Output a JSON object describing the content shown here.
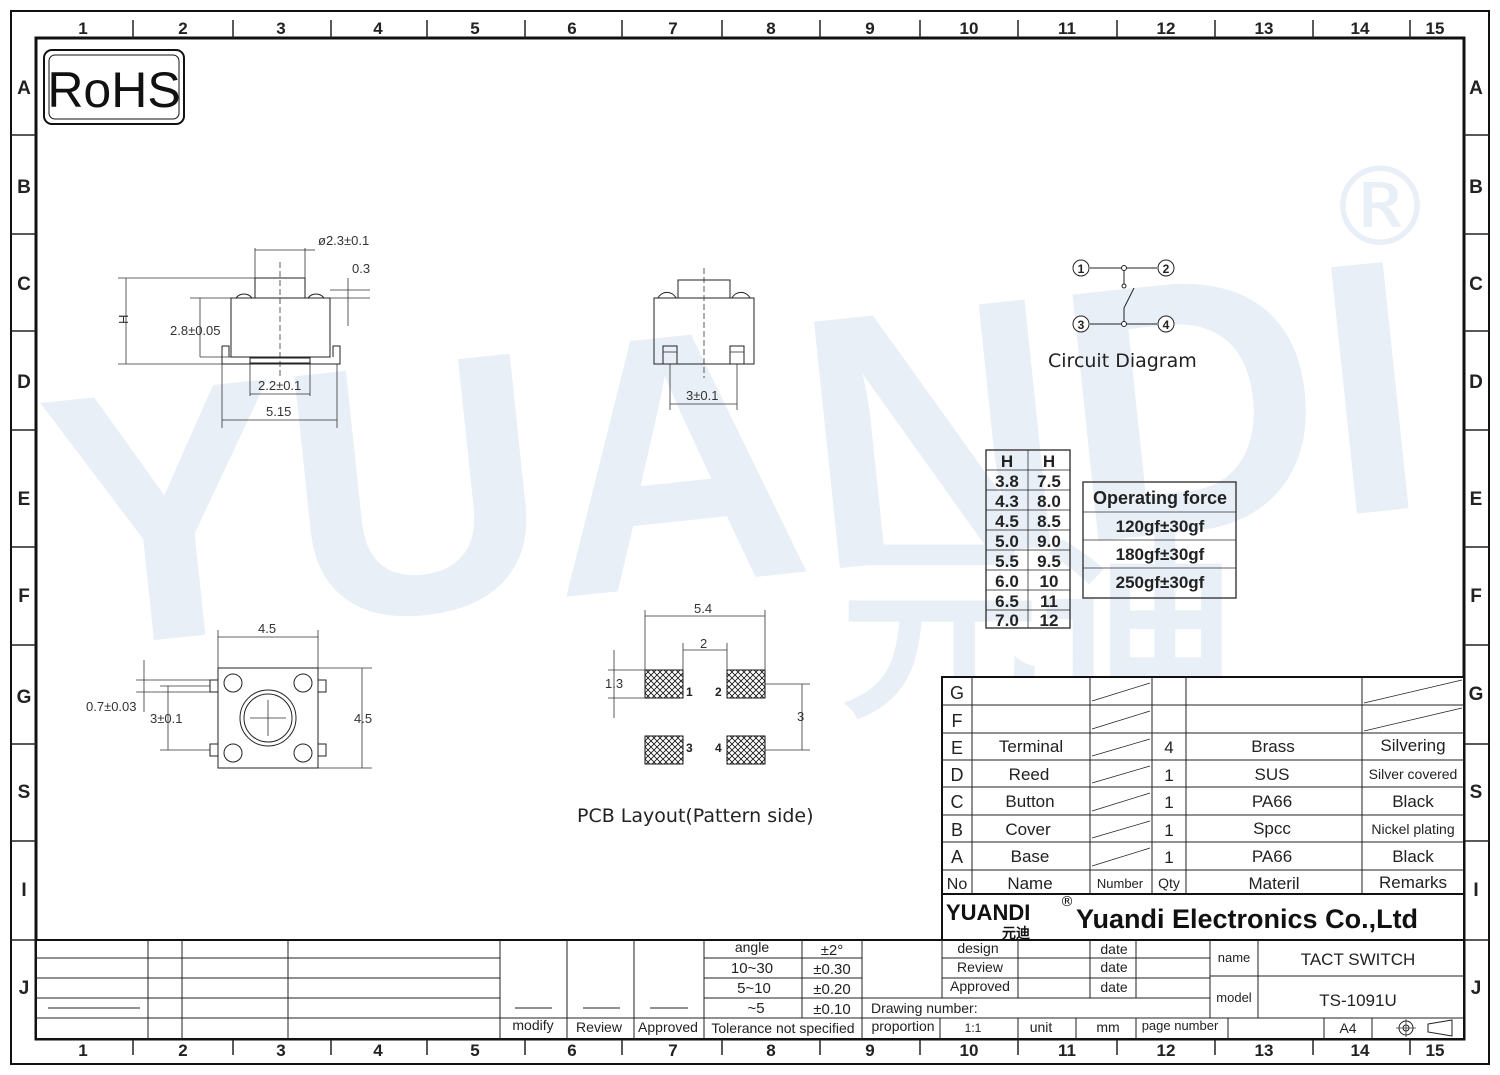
{
  "logo": {
    "rohs": "RoHS",
    "watermark": "YUANDI",
    "watermark_cn": "元迪",
    "registered": "®"
  },
  "border": {
    "cols": [
      "1",
      "2",
      "3",
      "4",
      "5",
      "6",
      "7",
      "8",
      "9",
      "10",
      "11",
      "12",
      "13",
      "14",
      "15"
    ],
    "rows": [
      "A",
      "B",
      "C",
      "D",
      "E",
      "F",
      "G",
      "S",
      "I",
      "J"
    ]
  },
  "side_view": {
    "dia": "ø2.3±0.1",
    "gap": "0.3",
    "h": "H",
    "body_h": "2.8±0.05",
    "pad": "2.2±0.1",
    "width": "5.15"
  },
  "front_view": {
    "pitch": "3±0.1"
  },
  "top_view": {
    "width": "4.5",
    "height": "4.5",
    "pin_w": "0.7±0.03",
    "pin_pitch": "3±0.1"
  },
  "pcb": {
    "caption": "PCB Layout(Pattern  side)",
    "overall": "5.4",
    "gap": "2",
    "pad_h": "1.3",
    "pitch": "3",
    "pads": [
      "1",
      "2",
      "3",
      "4"
    ]
  },
  "circuit": {
    "caption": "Circuit  Diagram",
    "nodes": [
      "1",
      "2",
      "3",
      "4"
    ]
  },
  "height_table": {
    "headers": [
      "H",
      "H"
    ],
    "rows": [
      [
        "3.8",
        "7.5"
      ],
      [
        "4.3",
        "8.0"
      ],
      [
        "4.5",
        "8.5"
      ],
      [
        "5.0",
        "9.0"
      ],
      [
        "5.5",
        "9.5"
      ],
      [
        "6.0",
        "10"
      ],
      [
        "6.5",
        "11"
      ],
      [
        "7.0",
        "12"
      ]
    ]
  },
  "force_table": {
    "header": "Operating force",
    "rows": [
      "120gf±30gf",
      "180gf±30gf",
      "250gf±30gf"
    ]
  },
  "bom": {
    "rows": [
      {
        "no": "G",
        "name": "",
        "qty": "",
        "mat": "",
        "rem": ""
      },
      {
        "no": "F",
        "name": "",
        "qty": "",
        "mat": "",
        "rem": ""
      },
      {
        "no": "E",
        "name": "Terminal",
        "qty": "4",
        "mat": "Brass",
        "rem": "Silvering"
      },
      {
        "no": "D",
        "name": "Reed",
        "qty": "1",
        "mat": "SUS",
        "rem": "Silver covered"
      },
      {
        "no": "C",
        "name": "Button",
        "qty": "1",
        "mat": "PA66",
        "rem": "Black"
      },
      {
        "no": "B",
        "name": "Cover",
        "qty": "1",
        "mat": "Spcc",
        "rem": "Nickel plating"
      },
      {
        "no": "A",
        "name": "Base",
        "qty": "1",
        "mat": "PA66",
        "rem": "Black"
      }
    ],
    "header": {
      "no": "No",
      "name": "Name",
      "number": "Number",
      "qty": "Qty",
      "mat": "Materil",
      "rem": "Remarks"
    }
  },
  "company": {
    "logo": "YUANDI",
    "logo_cn": "元迪",
    "reg": "®",
    "name": "Yuandi Electronics Co.,Ltd"
  },
  "title_block": {
    "design": "design",
    "review": "Review",
    "approved": "Approved",
    "date": "date",
    "name_label": "name",
    "name_value": "TACT SWITCH",
    "model_label": "model",
    "model_value": "TS-1091U",
    "drawing_number": "Drawing number:",
    "proportion": "proportion",
    "scale": "1:1",
    "unit": "unit",
    "unit_value": "mm",
    "page_number": "page number",
    "size": "A4"
  },
  "tolerance": {
    "rows": [
      [
        "angle",
        "±2°"
      ],
      [
        "10~30",
        "±0.30"
      ],
      [
        "5~10",
        "±0.20"
      ],
      [
        "~5",
        "±0.10"
      ]
    ],
    "footer": "Tolerance not specified"
  },
  "revision": {
    "modify": "modify",
    "review": "Review",
    "approved": "Approved"
  }
}
